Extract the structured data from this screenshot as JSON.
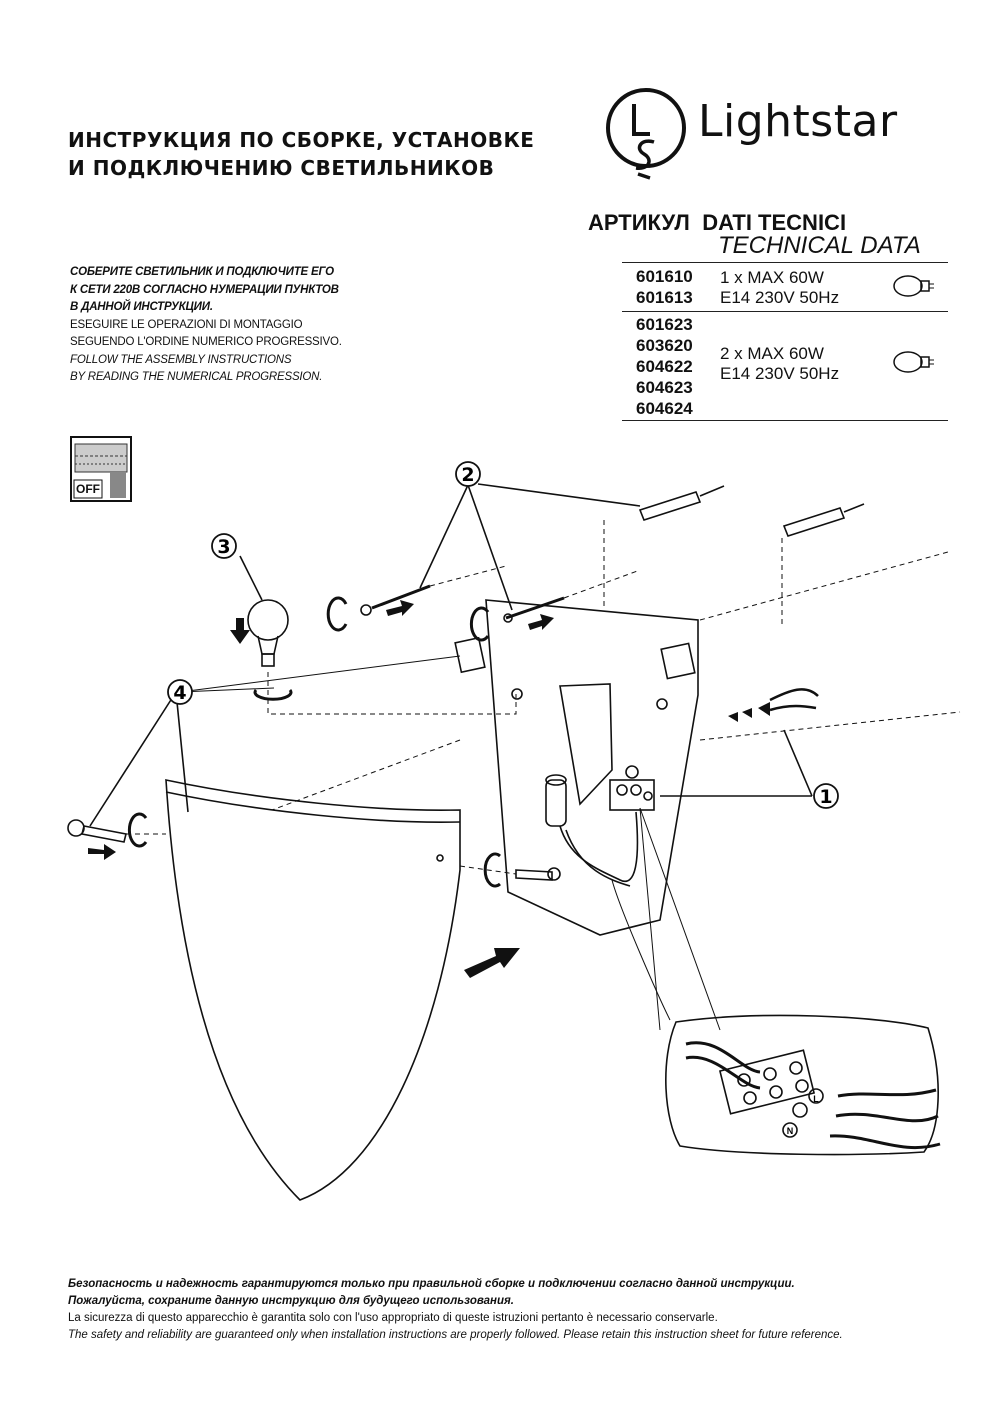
{
  "header": {
    "title_line1": "ИНСТРУКЦИЯ ПО СБОРКЕ, УСТАНОВКЕ",
    "title_line2": "И  ПОДКЛЮЧЕНИЮ  СВЕТИЛЬНИКОВ",
    "brand": "Lightstar"
  },
  "specs": {
    "artikul_label": "АРТИКУЛ",
    "dati_label": "DATI TECNICI",
    "technical_label": "TECHNICAL DATA",
    "groups": [
      {
        "codes": [
          "601610",
          "601613"
        ],
        "power": "1 x MAX 60W",
        "supply": "E14 230V 50Hz"
      },
      {
        "codes": [
          "601623",
          "603620",
          "604622",
          "604623",
          "604624"
        ],
        "power": "2 x MAX 60W",
        "supply": "E14 230V 50Hz"
      }
    ]
  },
  "intro": {
    "ru_line1": "СОБЕРИТЕ СВЕТИЛЬНИК И ПОДКЛЮЧИТЕ ЕГО",
    "ru_line2": "К СЕТИ 220В СОГЛАСНО НУМЕРАЦИИ ПУНКТОВ",
    "ru_line3": "В ДАННОЙ ИНСТРУКЦИИ.",
    "it_line1": "ESEGUIRE LE OPERAZIONI DI MONTAGGIO",
    "it_line2": "SEGUENDO L'ORDINE NUMERICO PROGRESSIVO.",
    "en_line1": "FOLLOW THE ASSEMBLY INSTRUCTIONS",
    "en_line2": "BY READING THE NUMERICAL PROGRESSION."
  },
  "diagram": {
    "off_label": "OFF",
    "step_labels": [
      "1",
      "2",
      "3",
      "4"
    ],
    "terminal_labels": {
      "live": "L",
      "neutral": "N"
    }
  },
  "footer": {
    "ru_line1": "Безопасность и надежность гарантируются только при правильной сборке и подключении согласно данной инструкции.",
    "ru_line2": "Пожалуйста, сохраните данную инструкцию для будущего использования.",
    "it_line": "La sicurezza di questo apparecchio è garantita solo con l'uso appropriato di queste istruzioni pertanto è necessario conservarle.",
    "en_line": "The safety and reliability are guaranteed only when installation instructions are properly followed. Please retain this instruction sheet for future reference."
  }
}
